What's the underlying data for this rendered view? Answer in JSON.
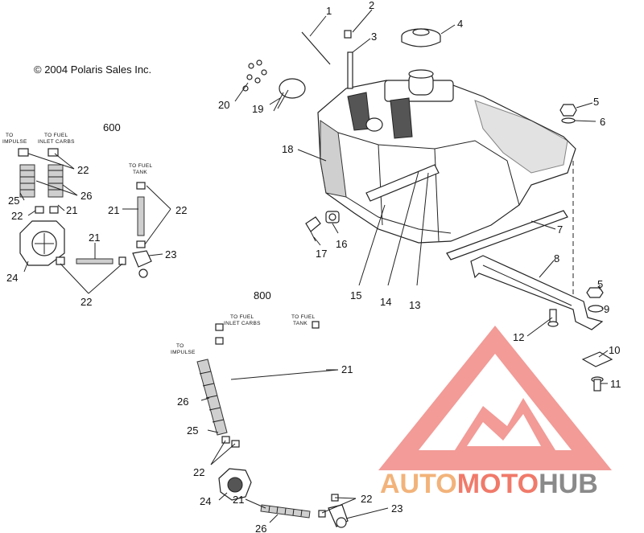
{
  "diagram": {
    "copyright": "© 2004 Polaris Sales Inc.",
    "sections": {
      "s600": "600",
      "s800": "800"
    },
    "notes": {
      "to_impulse_600": [
        "TO",
        "IMPULSE"
      ],
      "to_fuel_carbs_600": [
        "TO FUEL",
        "INLET CARBS"
      ],
      "to_fuel_tank_600": [
        "TO FUEL",
        "TANK"
      ],
      "to_impulse_800": [
        "TO",
        "IMPULSE"
      ],
      "to_fuel_carbs_800": [
        "TO FUEL",
        "INLET CARBS"
      ],
      "to_fuel_tank_800": [
        "TO FUEL",
        "TANK"
      ]
    },
    "callouts": {
      "c1": "1",
      "c2": "2",
      "c3": "3",
      "c4": "4",
      "c5a": "5",
      "c6": "6",
      "c7": "7",
      "c8": "8",
      "c5b": "5",
      "c9": "9",
      "c10": "10",
      "c11": "11",
      "c12": "12",
      "c13": "13",
      "c14": "14",
      "c15": "15",
      "c16": "16",
      "c17": "17",
      "c18": "18",
      "c19": "19",
      "c20": "20",
      "l22a": "22",
      "l26a": "26",
      "l21a": "21",
      "l25a": "25",
      "l22b": "22",
      "l21b": "21",
      "l24a": "24",
      "l22c": "22",
      "l21c": "21",
      "l22d": "22",
      "l23a": "23",
      "l21d": "21",
      "l26b": "26",
      "l25b": "25",
      "l22e": "22",
      "l24b": "24",
      "l21e": "21",
      "l26c": "26",
      "l22f": "22",
      "l23b": "23"
    }
  },
  "watermark": {
    "brand_a": "AUTO",
    "brand_b": "MOTO",
    "brand_c": "HUB",
    "color_a": "#f2b37a",
    "color_b": "#f07a6a",
    "color_c": "#8a8a8a",
    "logo_color": "#f08a86"
  }
}
